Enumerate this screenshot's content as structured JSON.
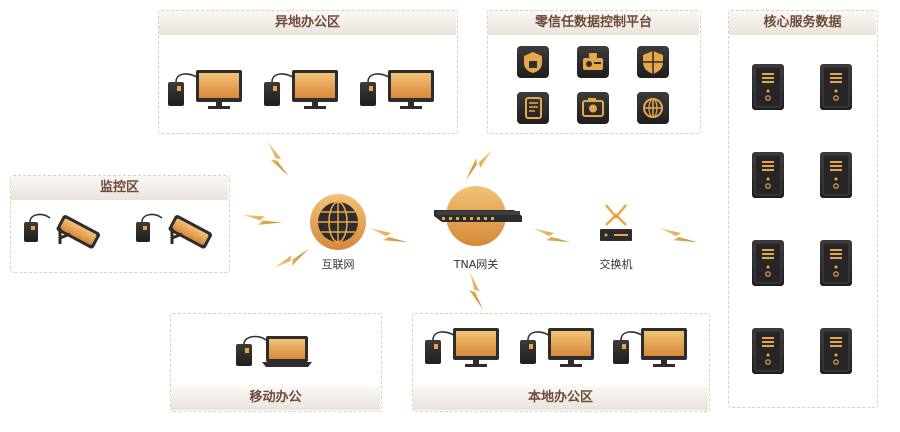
{
  "zones": {
    "remote_office": "异地办公区",
    "zero_trust": "零信任数据控制平台",
    "core_data": "核心服务数据",
    "monitor": "监控区",
    "mobile_office": "移动办公",
    "local_office": "本地办公区"
  },
  "nodes": {
    "internet": "互联网",
    "tna_gateway": "TNA网关",
    "switch": "交换机"
  },
  "palette": {
    "device_dark": "#2b2b2b",
    "screen_gold": "#e8a54a",
    "accent_brown": "#6e4b3a",
    "lightning": "#d89c3a"
  },
  "icons": [
    "monitor-icon",
    "tower-pc-icon",
    "camera-icon",
    "laptop-icon",
    "server-icon",
    "globe-icon",
    "gateway-icon",
    "switch-icon",
    "lightning-icon",
    "shield-lock-icon",
    "key-id-icon",
    "shield-icon",
    "document-icon",
    "camera-app-icon",
    "globe-target-icon"
  ]
}
